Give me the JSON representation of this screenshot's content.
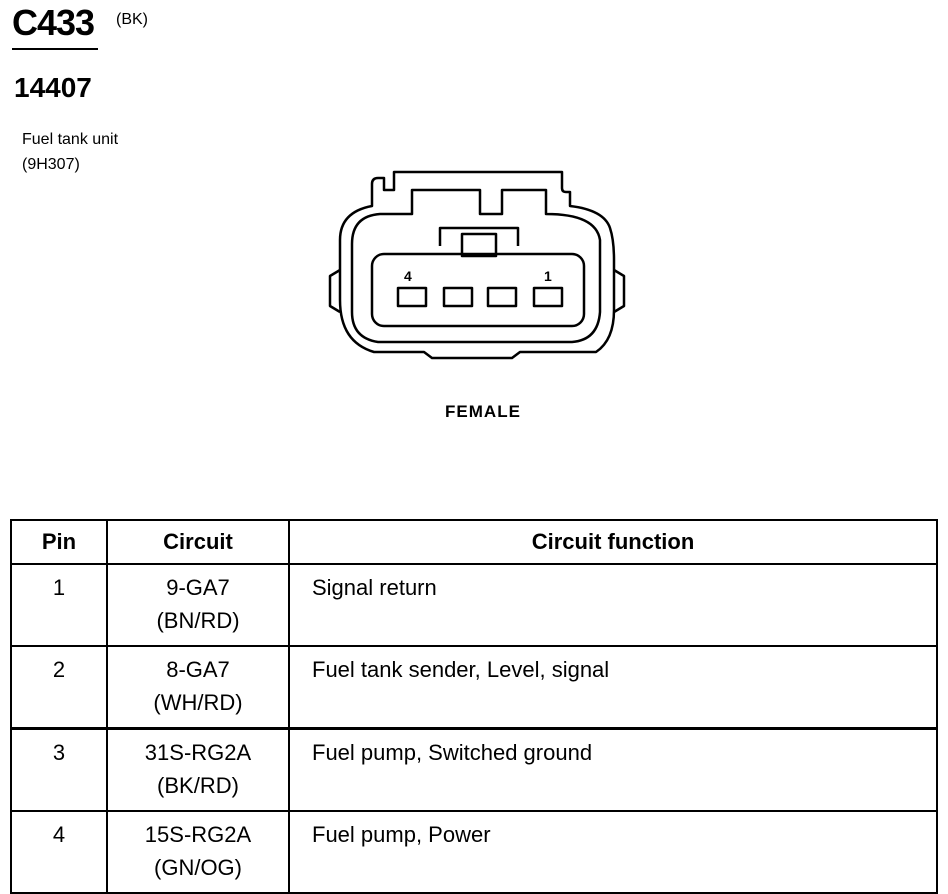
{
  "header": {
    "connector_id": "C433",
    "color_code": "(BK)",
    "part_number": "14407",
    "component_name": "Fuel tank unit",
    "component_code": "(9H307)"
  },
  "diagram": {
    "pin_label_left": "4",
    "pin_label_right": "1",
    "gender": "FEMALE"
  },
  "table": {
    "headers": {
      "pin": "Pin",
      "circuit": "Circuit",
      "function": "Circuit function"
    },
    "rows": [
      {
        "pin": "1",
        "circuit": "9-GA7",
        "color": "(BN/RD)",
        "function": "Signal return"
      },
      {
        "pin": "2",
        "circuit": "8-GA7",
        "color": "(WH/RD)",
        "function": "Fuel tank sender, Level, signal"
      },
      {
        "pin": "3",
        "circuit": "31S-RG2A",
        "color": "(BK/RD)",
        "function": "Fuel pump, Switched ground"
      },
      {
        "pin": "4",
        "circuit": "15S-RG2A",
        "color": "(GN/OG)",
        "function": "Fuel pump, Power"
      }
    ]
  }
}
